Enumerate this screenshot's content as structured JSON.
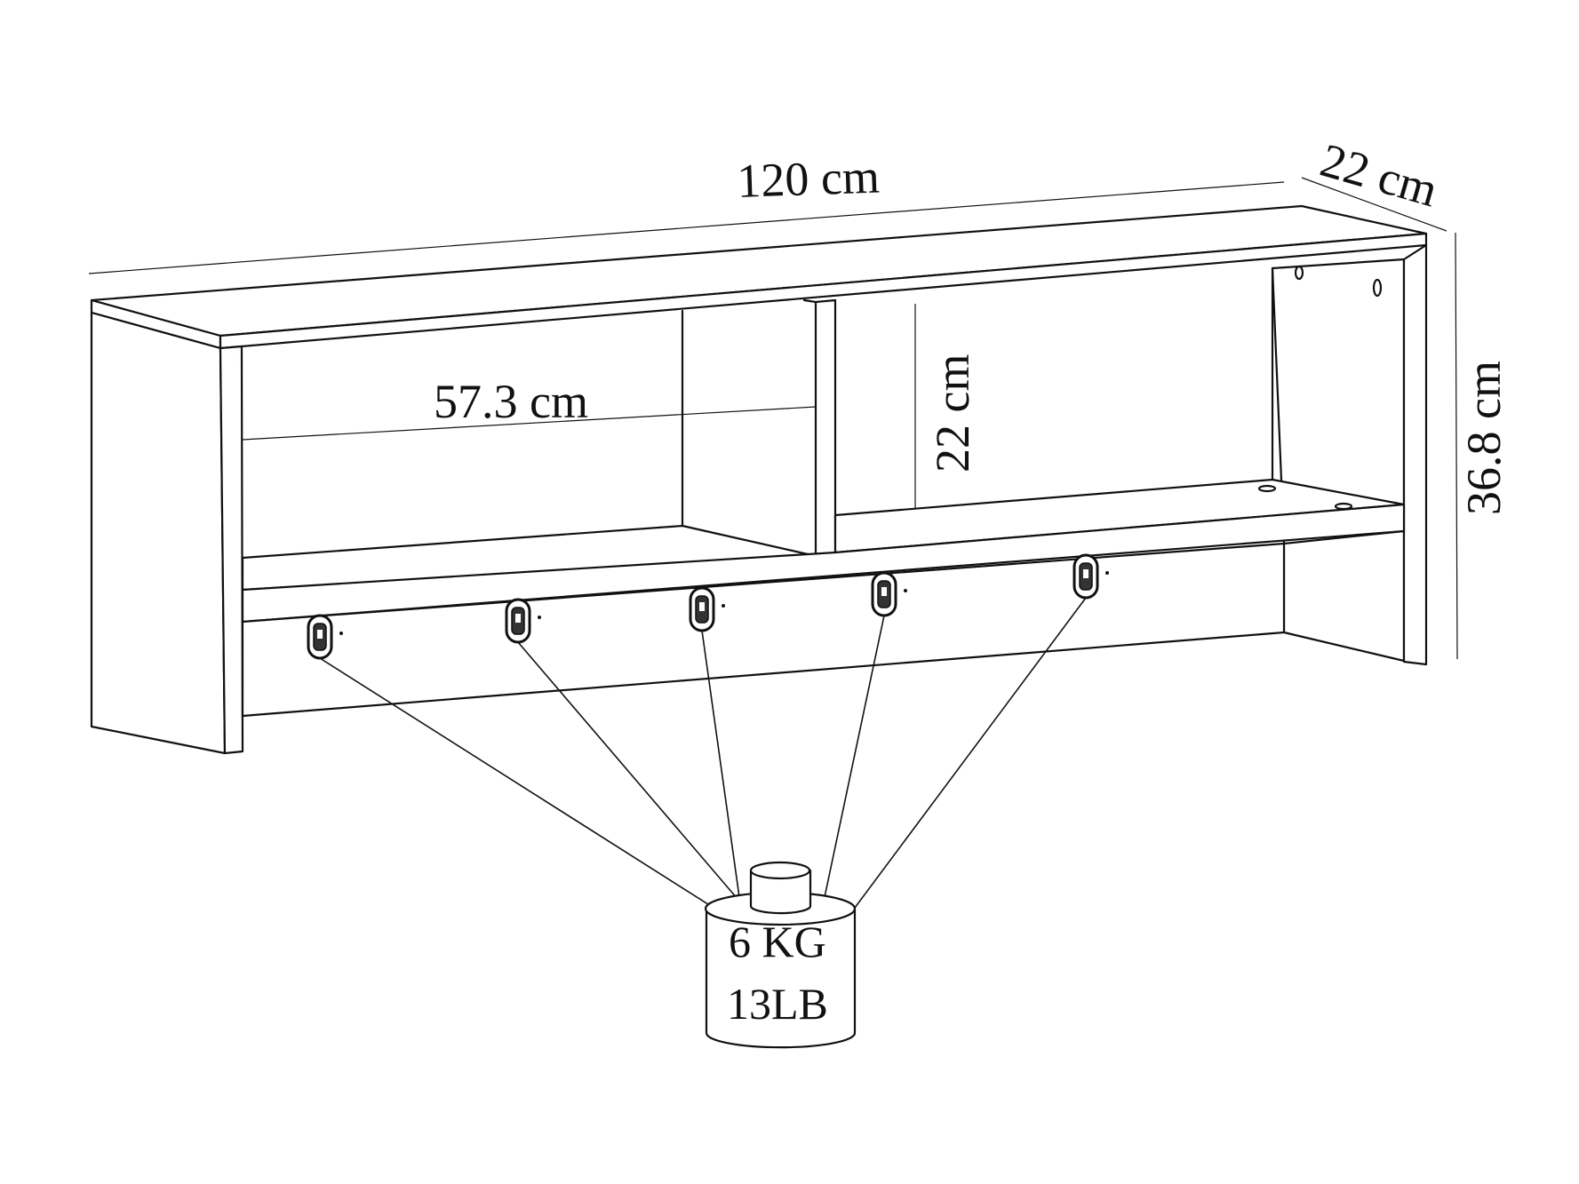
{
  "dimensions": {
    "width": "120 cm",
    "depth": "22 cm",
    "height": "36.8 cm",
    "compartment_width": "57.3 cm",
    "compartment_height": "22 cm"
  },
  "weight": {
    "kg": "6 KG",
    "lb": "13LB"
  },
  "hooks": {
    "count": 5
  }
}
